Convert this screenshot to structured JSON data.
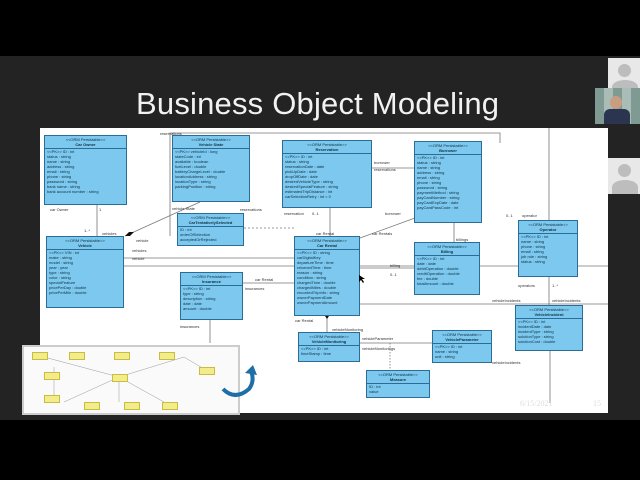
{
  "slide": {
    "title": "Business Object Modeling",
    "date": "6/15/2021",
    "page_number": "15"
  },
  "classes": [
    {
      "stereotype": "<<ORM Persistable>>",
      "name": "Car Owner",
      "attributes": [
        "<<PK>> ID : int",
        "status : string",
        "name : string",
        "address : string",
        "email : string",
        "phone : string",
        "password : string",
        "bank name : string",
        "bank account number : string"
      ]
    },
    {
      "stereotype": "<<ORM Persistable>>",
      "name": "Vehicle State",
      "attributes": [
        "<<PK>> vehicleId : long",
        "stateCode : int",
        "available : boolean",
        "fuelLevel : double",
        "batteryChargeLevel : double",
        "locationAddress : string",
        "locationType : string",
        "parkingPosition : string"
      ]
    },
    {
      "stereotype": "<<ORM Persistable>>",
      "name": "CarTentativelySelected",
      "attributes": [
        "ID : int",
        "orderOfSelection",
        "acceptedOrRejected"
      ]
    },
    {
      "stereotype": "<<ORM Persistable>>",
      "name": "Vehicle",
      "attributes": [
        "<<PK>> VIN : int",
        "make : string",
        "model : string",
        "year : year",
        "type : string",
        "color : string",
        "specialFeature",
        "pricePerDay : double",
        "pricePerMile : double"
      ]
    },
    {
      "stereotype": "<<ORM Persistable>>",
      "name": "Insurance",
      "attributes": [
        "<<PK>> ID : int",
        "type : string",
        "description : string",
        "date : date",
        "amount : double"
      ]
    },
    {
      "stereotype": "<<ORM Persistable>>",
      "name": "Reservation",
      "attributes": [
        "<<PK>> ID : int",
        "status : string",
        "reservationDate : date",
        "pickUpDate : date",
        "dropOffDate : date",
        "desiredVehicleType : string",
        "desiredSpecialFeature : string",
        "estimatedTripDistance : int",
        "carSelectionRetry : int = 0"
      ]
    },
    {
      "stereotype": "<<ORM Persistable>>",
      "name": "Borrower",
      "attributes": [
        "<<PK>> ID : int",
        "status : string",
        "name : string",
        "address : string",
        "email : string",
        "phone : string",
        "password : string",
        "paymentMethod : string",
        "payCardNumber : string",
        "payCardExpDate : date",
        "payCardPassCode : int"
      ]
    },
    {
      "stereotype": "<<ORM Persistable>>",
      "name": "Car Rental",
      "attributes": [
        "<<PK>> ID : string",
        "carDigitalKey",
        "departureTime : time",
        "returnedTime : time",
        "reason : string",
        "condition : string",
        "chargedTime : double",
        "chargedMiles : double",
        "recordedTripInfo : string",
        "ownerPaymentDate",
        "ownerPaymentAmount"
      ]
    },
    {
      "stereotype": "<<ORM Persistable>>",
      "name": "Billing",
      "attributes": [
        "<<PK>> ID : int",
        "date : date",
        "debitOperation : double",
        "creditOperation : double",
        "fee : double",
        "totalAmount : double"
      ]
    },
    {
      "stereotype": "<<ORM Persistable>>",
      "name": "Operator",
      "attributes": [
        "<<PK>> ID : int",
        "name : string",
        "phone : string",
        "email : string",
        "job role : string",
        "status : string"
      ]
    },
    {
      "stereotype": "<<ORM Persistable>>",
      "name": "VehicleIncident",
      "attributes": [
        "<<PK>> ID : int",
        "incidentDate : date",
        "incidentType : string",
        "solutionType : string",
        "solutionCost : double"
      ]
    },
    {
      "stereotype": "<<ORM Persistable>>",
      "name": "VehicleParameter",
      "attributes": [
        "<<PK>> ID : int",
        "name : string",
        "unit : string"
      ]
    },
    {
      "stereotype": "<<ORM Persistable>>",
      "name": "VehicleMonitoring",
      "attributes": [
        "<<PK>> ID : int",
        "timeStamp : time"
      ]
    },
    {
      "stereotype": "<<ORM Persistable>>",
      "name": "Measure",
      "attributes": [
        "ID : int",
        "value"
      ]
    }
  ],
  "association_labels": [
    "car Owner",
    "1",
    "1..*",
    "vehicles",
    "vehicle State",
    "vehicle",
    "vehicles",
    "vehicle",
    "reservations",
    "reservations",
    "reservation",
    "0..1",
    "borrower",
    "reservations",
    "borrower",
    "car Rentals",
    "car Rental",
    "billing",
    "billings",
    "0..1",
    "car Rental",
    "insurances",
    "insurances",
    "car Rental",
    "vehicleMonitoring",
    "vehicleParameter",
    "vehicleMonitorings",
    "vehicleIncidents",
    "vehicleIncidents",
    "vehicleIncidents",
    "operators",
    "1..*",
    "operator",
    "0..1"
  ],
  "colors": {
    "class_fill": "#7cc8ef",
    "class_border": "#2a6d96",
    "slide_bg": "#232323",
    "inset_box": "#f3ec8a",
    "arrow": "#1e6fa8"
  },
  "icons": {
    "cursor": "mouse-pointer-icon",
    "arrow": "curved-arrow-icon",
    "avatar": "person-avatar-icon"
  }
}
